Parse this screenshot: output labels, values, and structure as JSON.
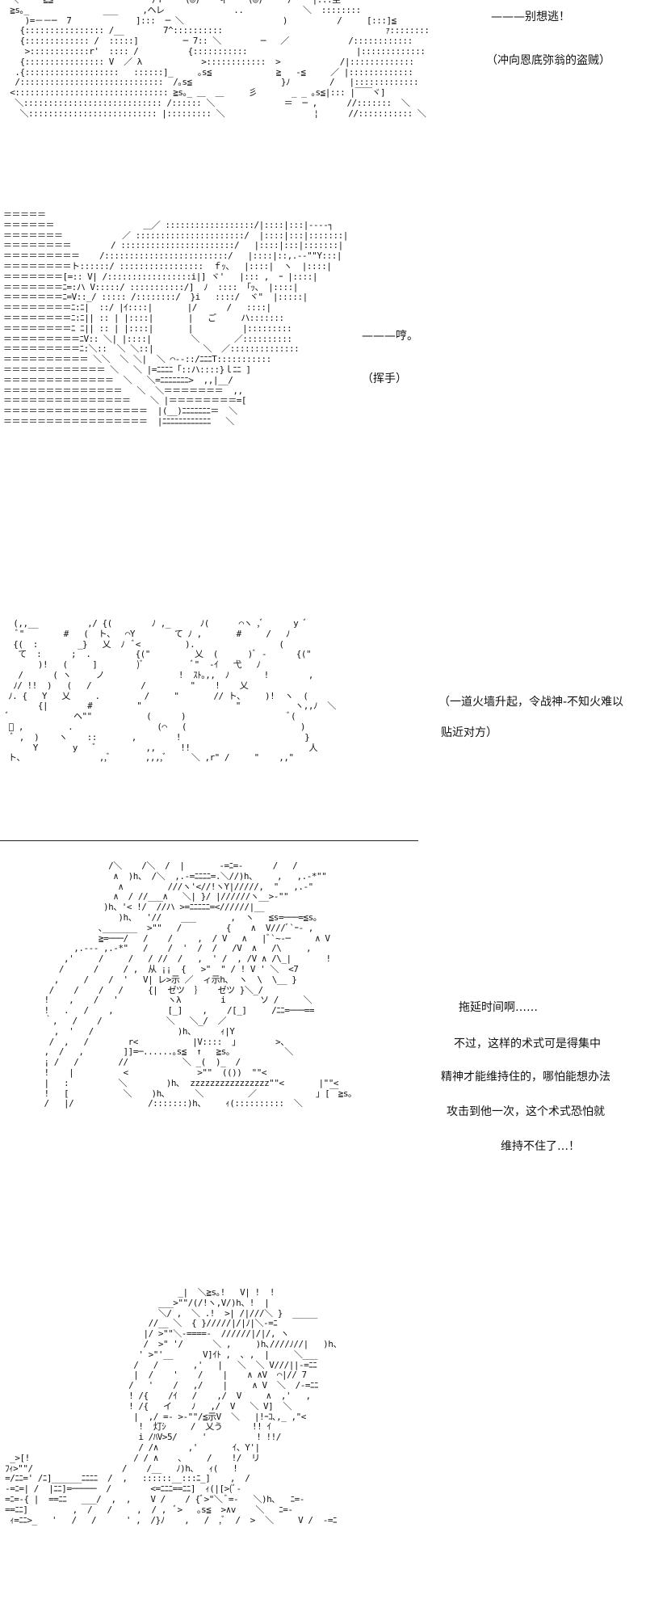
{
  "panels": [
    {
      "art": "  ＼     ≧≦                    /ｒ    (◎)    ィ    (◎)     /    |:::圭  \n  ≧s｡_               ___     ,ヘレ              ..            ＼  ::::::::   \n     )=－－─  7             ]:::  ─ ＼                    )          /     [:::]≦\n    {:::::::::::::::: /__        7^::::::::::                                 ｧ::::::::\n    {::::::::::::: /  :::::]         ─ 7:: ＼        ─   ／            /::::::::::::\n     >::::::::::::r'  :::: /          {:::::::::::                      |:::::::::::::\n    {:::::::::::::::: V  ／ λ            >::::::::::::  >            /|:::::::::::::\n   .{:::::::::::::::::::   ::::::]_     ｡s≦             ≧   -≦     ／ |:::::::::::::\n   /:::::::::::::::::::::::::::::  /｡s≦                  }ﾉ        /   |:::::::::::::\n  <::::::::::::::::::::::::::::::: ≧s｡_ ＿  ＿     彡       _ _ ｡s≦|::: |￣￣ヾ]\n   ＼:::::::::::::::::::::::::::: /:::::: ＼              ＝  ─ ,      //:::::::  ＼\n    ＼:::::::::::::::::::::::::: |::::::::: ＼                  ¦      //::::::::::: ＼",
      "lines": [
        "———别想逃！",
        "（冲向恩底弥翁的盗贼）"
      ]
    },
    {
      "art": "＝＝＝＝＝\n＝＝＝＝＝＝                  ＿／ ::::::::::::::::::/|::::|:::|‐‐‐‐┐\n＝＝＝＝＝＝＝            ／ ::::::::::::::::::::::/  |::::|:::|:::::::|\n＝＝＝＝＝＝＝＝        / :::::::::::::::::::::::/   |::::|:::|:::::::|\n＝＝＝＝＝＝＝＝＝    /:::::::::::::::::::::::::/   |::::|::,.-‐\"\"Y:::|\n＝＝＝＝＝＝＝＝ト::::::/ :::::::::::::::::  ｆｯ、  |::::|  ヽ  |::::|\n＝＝＝＝＝＝＝[=:: V| /:::::::::::::::::i|] ヾ'   |::: ,  ｰ |::::|\n＝＝＝＝＝＝＝ﾆ=:ハ V:::::/ :::::::::::/]  ﾉ  :::: 「ｯ、 |::::|\n＝＝＝＝＝＝＝ﾆ=V::_/ ::::: /::::::::/  }i   ::::/  ヾ\"  |:::::|\n＝＝＝＝＝＝＝＝ﾆ:ﾆ|  ::/ |ｲ::::|       |/      /   ::::|\n＝＝＝＝＝＝＝＝ﾆ:ﾆ|| :: | |::::|       |   ご     ハ:::::::\n＝＝＝＝＝＝＝＝ﾆ ﾆ|| :: | |::::|       |          |:::::::::\n＝＝＝＝＝＝＝＝＝ﾆV:: ＼| |::::|        ＼       ／::::::::::\n＝＝＝＝＝＝＝＝＝ﾆ:＼::  ＼ ＼::|          ＼  ／::::::::::::::\n＝＝＝＝＝＝＝＝＝＝ ＼＼  ＼ ＼|  ＼ ⌒-‐::/ﾆﾆﾆT:::::::::::\n＝＝＝＝＝＝＝＝＝＝＝＝ ＼   ＼ |=ﾆﾆﾆﾆ「::ハ::::}ｌﾆﾆ ]\n＝＝＝＝＝＝＝＝＝＝＝＝＝  ＼   ＼=ﾆﾆﾆﾆﾆﾆﾆ>  ,,|__/\n＝＝＝＝＝＝＝＝＝＝＝＝＝＝   ＼  ＼＝＝＝＝＝＝＝  ,,\n＝＝＝＝＝＝＝＝＝＝＝＝＝＝＝    ＼ |＝＝＝＝＝＝＝＝=[\n＝＝＝＝＝＝＝＝＝＝＝＝＝＝＝＝＝  |(__)ﾆﾆﾆﾆﾆﾆﾆ＝  ＼\n＝＝＝＝＝＝＝＝＝＝＝＝＝＝＝＝＝  |ﾆﾆﾆﾆﾆﾆﾆﾆﾆﾆﾆﾆ   ＼",
      "lines": [
        "———哼。",
        "（挥手）"
      ]
    },
    {
      "art": "  (,,__          ,/ {(        ﾉ ,_      ﾉ(      ⌒ヽ ,ﾞ      y ﾞ\n   ﾞ\"        #   (  ト、  ⌒Y        て ﾉ ,       #     /   ﾉ\n  {(  :        _}   乂  ﾉ  ﾞ<         ).                 (\n   て  :      ;  .         {(\"         乂  (      )ﾞ -      {(\"\n       )!   (     ]        )ﾞ          ﾞ\"  -ｲ   弋   ﾉ\n   /      ( ヽ     ノ               !  ｽﾄ｡,,  ﾉ       !        ,\n  ﾉ/ !!  )   (   /          /         \"    !    乂\n ﾉ. {   Y   乂     .         /     \"       // ト、    )!  ヽ  (\n       {|        #         \"                   \"           ヽ,,ﾉ  ＼\n ﾞ             ヘ\"\"           (      )                     ﾞ(\n ﾞ ,         .                 (⌒   (                       )\n  ﾞ ,  )    ヽ    ::       ,        !                         }\n      Y       y   ﾞ          ,,     !!                        人\n ト、               ,,ﾞ       ,,,,ﾞ     ＼ ,r\" /     \"    ,,\"",
      "lines": [
        "（一道火墙升起，令战神-不知火难以",
        "贴近对方）"
      ]
    },
    {
      "art": "                 /＼    /＼  /  |       -=ﾆ=-      /   /\n                  ∧  )h、 /＼  ,.-=ﾆﾆﾆﾆ=.＼//)h、    ,   ,.-*\"\"\n                   ∧         ///ヽ'<//!ヽY|/////,  \"   ,.-\"\n                  ∧  / //___∧   ＼| }/ |//////ヽ__>-\"\"\n                )h、'< !/  //ハ >=ﾆﾆﾆﾆﾆ=<//////|__\n                   )h、  '//    ___       ,  ヽ   ≦s=───=≦s｡\n               ､_______  >\"\"   /         {    ∧  V///ﾞ`ｰ- ,\n               ≧=───/   /    /     ,  / V   ∧   |ﾞ`~-─     ∧ V\n          ,.--- ,.-*\"   /    /  '  /  /   /V  ∧   /\\     ,\n        ,'     /     /   / //  /   ,  ' /  , /V ∧ /\\_|       !\n       /      /     / ,  从 ¡¡  {   >\"  \" / ! V ' ＼  <7\n      ,     /    /  '   V| レ>示 ／  ィ示h､  ヽ  \\  \\__ }\n     /    /    /   /     {|  ゼツ  ｝   ゼツ }＼_/\n    !    ,    /   '          ヽλ        i       ソ /     ＼\n    !   .   /    ,           [_]    ,    /[_]     /ﾆﾆ=───==\n    ｀,   /    /             ＼   ＼_/  ／\n      ,  '   /                 )h、     ｨ|Y\n     /  ,   /        r<           |V::::  ｣        >、\n    ,  /   ,        ]]=─......｡s≦  ↑   ≧s｡           ＼\n    ¡ /   /        //           ＼ _(  )_  /\n    !    |          <              >\"\"  (())  \"\"<\n    |   :          ＼        )h､  zzzzzzzzzzzzzzzz\"\"<       |\"\"<\n    !   [           ＼    )h､      ＼         ／            ｣ [￣≧s｡\n    /   |/               /:::::::)h、    ｨ(::::::::::  ＼",
      "lines": [
        "拖延时间啊……",
        "不过，这样的术式可是得集中",
        "精神才能维持住的，哪怕能想办法",
        "攻击到他一次，这个术式恐怕就",
        "维持不住了…！"
      ]
    },
    {
      "art": "                                    _|  ＼≧s｡!   V| !  !\n                                ___>\"\"/(/!ヽ,V/)h、!  |\n                                ＼/ ,  ＼ .!  >| /|///＼ }  _____\n                              //__ ＼  { }/////|/|ﾉ|＼-=ﾆ\n                             |/ >\"\"＼-====-  //////|/|/, ヽ\n                             /  >\" '/      ＼ ,     )h､////ﾉ//|   )h、\n                            ' >\"'__      V]ｲﾄ ,  ､ ,  |     ＼___\n                           /   /       ,'   |   ＼  ＼ V///||-=ﾆﾆ\n                           |  /    '    /    |    ∧ ∧V  ⌒|// 7\n                          /   '    /   ,/    |     ∧ V  ＼  /-=ﾆﾆ\n                          ! /{    /ｲ   /    ,/  V     ∧  ,'   ,\n                          ! /{   イ    ﾉ   ,/  V   ＼ V]  ＼\n                           |  ,/ =- >-\"\"/≦示V  ＼   |!ｰｺ､,_ ,\"<\n                            !  灯ｼ     /  乂う      !! ｲ\n                            i /ﾊV>5/     '          ! !!/\n                            / /∧      ,'       ｲ、Y'|\n  _>[!                     / / ∧    ､     /    !/  リ\n ﾌｨ>\"\"/                  /    /__   ﾉ)h､   ｨ(   !\n =/ﾆﾆ=' /ﾆ]______ﾆﾆﾆﾆ  /  ,   ::::::__:::ﾆ_]    ,  /\n -=ﾆ=| /  |ﾆﾆ]=─────  /        <=ﾆﾆﾆ==ﾆﾆ]  ｨ(|[>(ﾞ-\n =ﾆ=-{ |  ==ﾆﾆ   ___/  ,  ,    V /    / {ﾞ>\"＼ ﾞ=-   ＼)h､   ﾆ=-\n ==ﾆﾆ]         ,  /   /     ,  / ,  ﾞ>   ｡s≦  >∧v    ＼   ﾆ=-\n  ｨ=ﾆﾆ>_   '   /   /      ' ,  /}ﾉ    ,   /  ,ﾞ  /  >  ＼     V /  -=ﾆ"
    }
  ]
}
